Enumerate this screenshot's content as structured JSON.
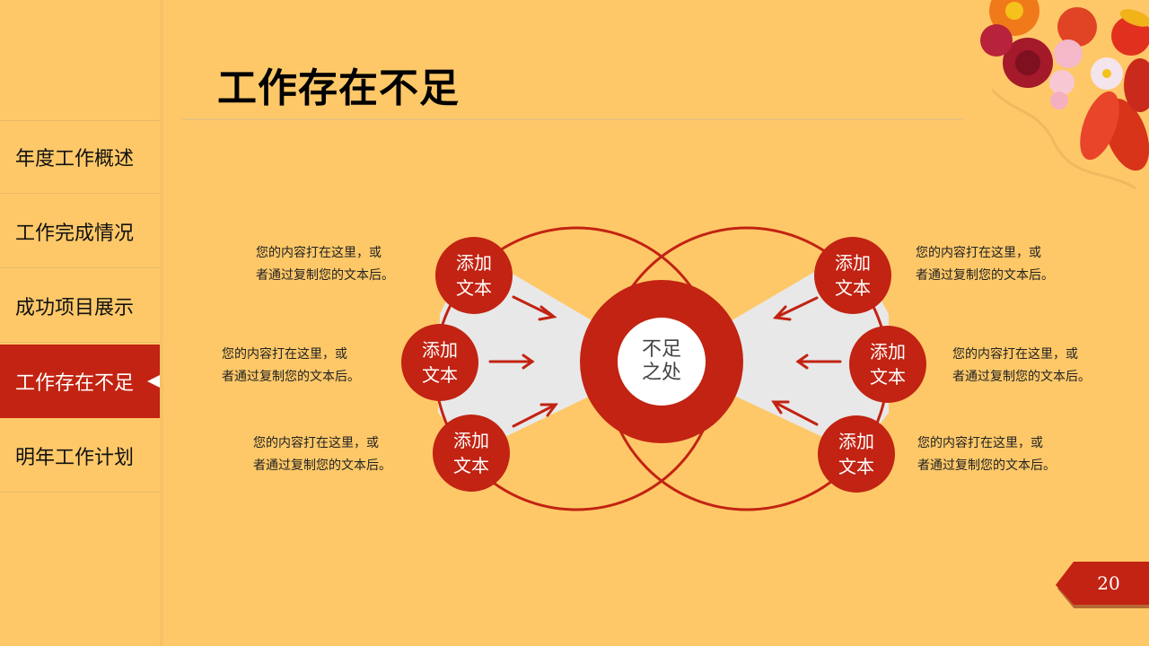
{
  "sidebar": {
    "items": [
      {
        "label": "年度工作概述",
        "active": false
      },
      {
        "label": "工作完成情况",
        "active": false
      },
      {
        "label": "成功项目展示",
        "active": false
      },
      {
        "label": "工作存在不足",
        "active": true
      },
      {
        "label": "明年工作计划",
        "active": false
      }
    ]
  },
  "header": {
    "title": "工作存在不足"
  },
  "diagram": {
    "center": {
      "line1": "不足",
      "line2": "之处"
    },
    "nodes": [
      {
        "line1": "添加",
        "line2": "文本"
      },
      {
        "line1": "添加",
        "line2": "文本"
      },
      {
        "line1": "添加",
        "line2": "文本"
      },
      {
        "line1": "添加",
        "line2": "文本"
      },
      {
        "line1": "添加",
        "line2": "文本"
      },
      {
        "line1": "添加",
        "line2": "文本"
      }
    ],
    "descriptions": [
      {
        "line1": "您的内容打在这里，或",
        "line2": "者通过复制您的文本后。"
      },
      {
        "line1": "您的内容打在这里，或",
        "line2": "者通过复制您的文本后。"
      },
      {
        "line1": "您的内容打在这里，或",
        "line2": "者通过复制您的文本后。"
      },
      {
        "line1": "您的内容打在这里，或",
        "line2": "者通过复制您的文本后。"
      },
      {
        "line1": "您的内容打在这里，或",
        "line2": "者通过复制您的文本后。"
      },
      {
        "line1": "您的内容打在这里，或",
        "line2": "者通过复制您的文本后。"
      }
    ]
  },
  "footer": {
    "page_number": "20"
  },
  "colors": {
    "background": "#FEC868",
    "accent_red": "#C22312",
    "fan_gray": "#E8E8E8",
    "text": "#111111"
  }
}
